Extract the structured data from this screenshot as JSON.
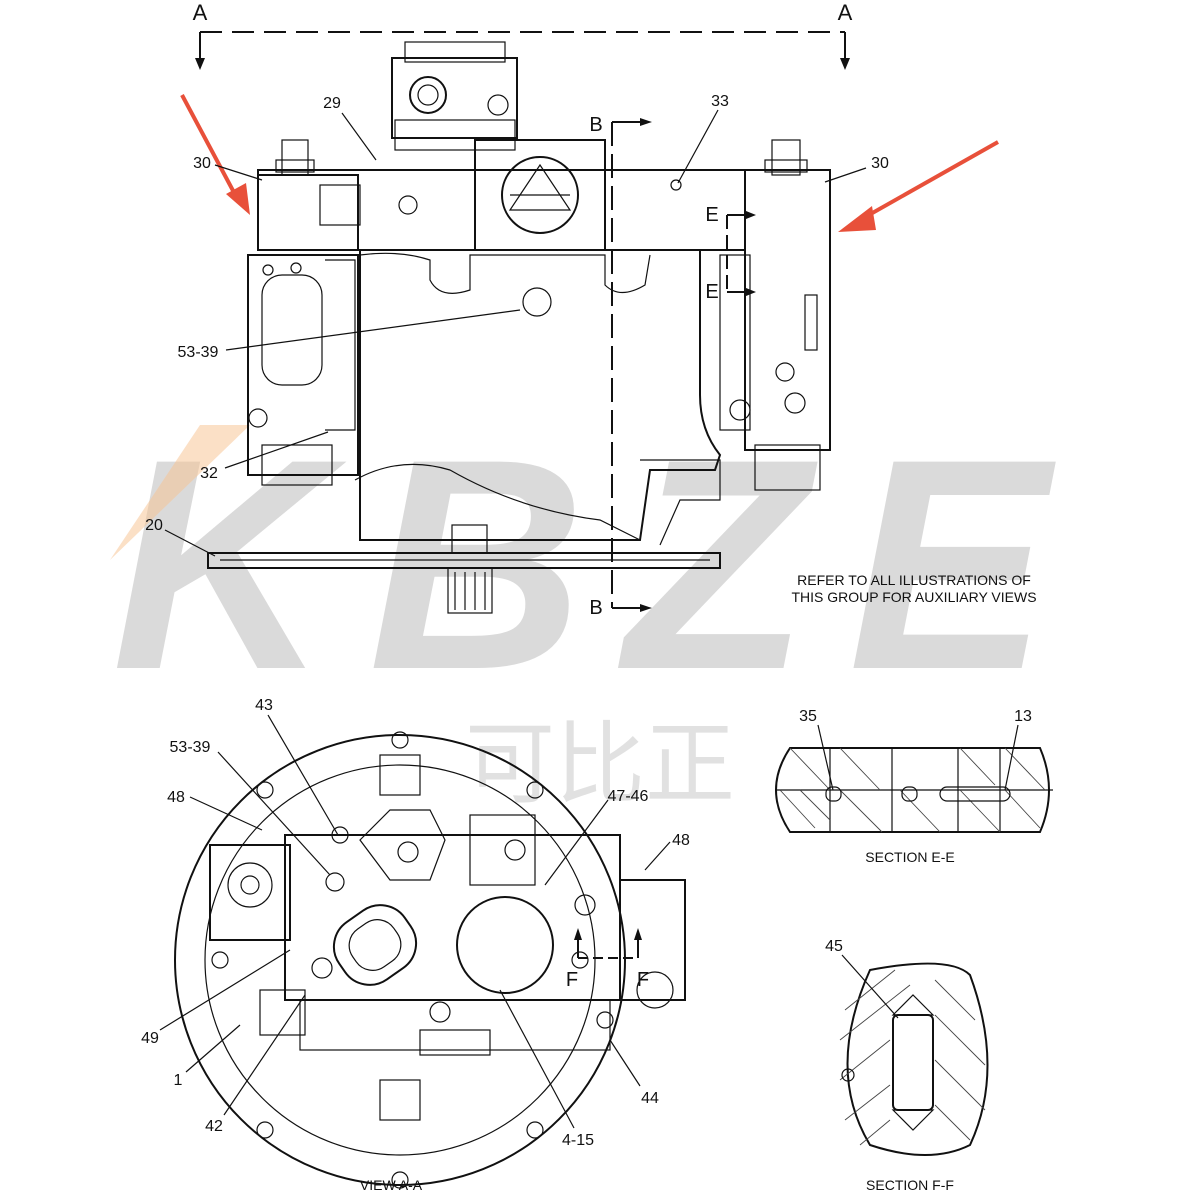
{
  "watermark": {
    "latin": "KBZE",
    "cjk": "可比正",
    "color": "#9a9a9a",
    "accent": "#f5c08a"
  },
  "arrows_color": "#e8503a",
  "section_markers": {
    "a_left": "A",
    "a_right": "A",
    "b_top": "B",
    "b_bottom": "B",
    "e_top": "E",
    "e_bottom": "E",
    "f_left": "F",
    "f_right": "F"
  },
  "callouts_top": {
    "c29": "29",
    "c33": "33",
    "c30_left": "30",
    "c30_right": "30",
    "c53_39": "53-39",
    "c32": "32",
    "c20": "20"
  },
  "note": {
    "line1": "REFER TO ALL ILLUSTRATIONS OF",
    "line2": "THIS GROUP FOR AUXILIARY VIEWS"
  },
  "callouts_view": {
    "c43": "43",
    "c53_39": "53-39",
    "c48_left": "48",
    "c47_46": "47-46",
    "c48_right": "48",
    "c49": "49",
    "c1": "1",
    "c42": "42",
    "c4_15": "4-15",
    "c44": "44"
  },
  "section_ee": {
    "c35": "35",
    "c13": "13",
    "title": "SECTION E-E"
  },
  "section_ff": {
    "c45": "45",
    "title": "SECTION F-F"
  },
  "view_title": "VIEW A-A"
}
